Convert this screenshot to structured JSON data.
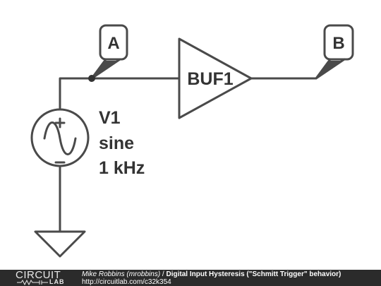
{
  "schematic": {
    "net_label_a": "A",
    "net_label_b": "B",
    "buffer_label": "BUF1",
    "source_name": "V1",
    "source_type": "sine",
    "source_freq": "1 kHz",
    "wire_color": "#4a4a4a"
  },
  "footer": {
    "logo_top": "CIRCUIT",
    "logo_bottom": "LAB",
    "author": "Mike Robbins (mrobbins)",
    "separator": " / ",
    "title": "Digital Input Hysteresis (\"Schmitt Trigger\" behavior)",
    "url": "http://circuitlab.com/c32k354",
    "background": "#2b2b2b"
  }
}
